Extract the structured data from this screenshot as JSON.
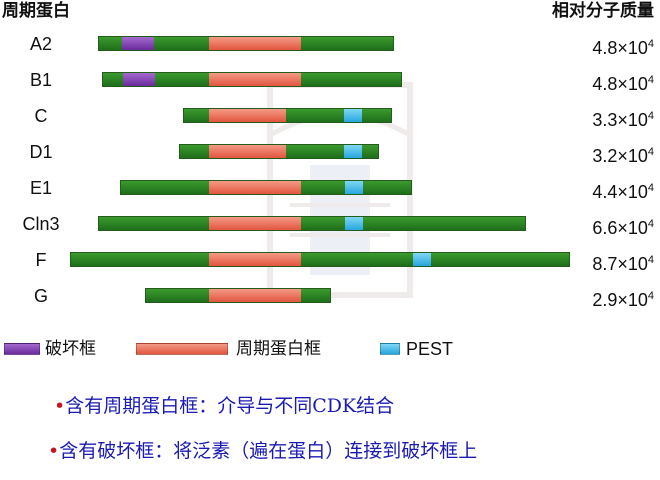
{
  "headers": {
    "left": "周期蛋白",
    "right": "相对分子质量"
  },
  "rows": [
    {
      "name": "A2",
      "mass_base": "4.8×10",
      "mass_exp": "4"
    },
    {
      "name": "B1",
      "mass_base": "4.8×10",
      "mass_exp": "4"
    },
    {
      "name": "C",
      "mass_base": "3.3×10",
      "mass_exp": "4"
    },
    {
      "name": "D1",
      "mass_base": "3.2×10",
      "mass_exp": "4"
    },
    {
      "name": "E1",
      "mass_base": "4.4×10",
      "mass_exp": "4"
    },
    {
      "name": "Cln3",
      "mass_base": "6.6×10",
      "mass_exp": "4"
    },
    {
      "name": "F",
      "mass_base": "8.7×10",
      "mass_exp": "4"
    },
    {
      "name": "G",
      "mass_base": "2.9×10",
      "mass_exp": "4"
    }
  ],
  "legend": {
    "destruction_box": "破坏框",
    "cyclin_box": "周期蛋白框",
    "pest": "PEST"
  },
  "notes": [
    "•含有周期蛋白框：介导与不同CDK结合",
    "•含有破坏框：将泛素（遍在蛋白）连接到破坏框上"
  ],
  "colors": {
    "protein_bar": "#2e8b26",
    "destruction_box": "#8a45b8",
    "cyclin_box": "#ef7a62",
    "pest": "#4fc0ea",
    "note_text": "#1a1ab4",
    "bullet": "#c8141e"
  }
}
